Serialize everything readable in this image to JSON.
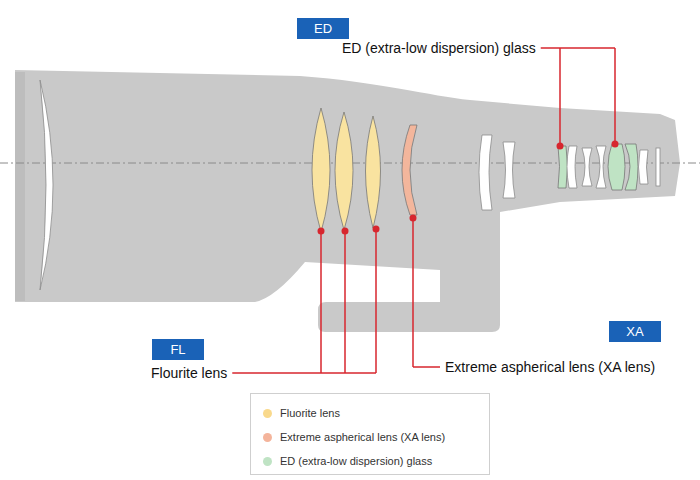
{
  "diagram": {
    "nodes": [
      {
        "text": [
          "ED"
        ]
      },
      {
        "text": [
          "FL"
        ]
      },
      {
        "text": [
          "XA"
        ]
      }
    ],
    "labels": [
      "ED (extra-low dispersion) glass",
      "Flourite lens",
      "Extreme aspherical lens (XA lens)"
    ],
    "legend": [
      {
        "text": "Fluorite lens",
        "color": "#f9d98c"
      },
      {
        "text": "Extreme aspherical lens (XA lens)",
        "color": "#f4b49b"
      },
      {
        "text": "ED (extra-low dispersion) glass",
        "color": "#bfe3c4"
      }
    ]
  }
}
